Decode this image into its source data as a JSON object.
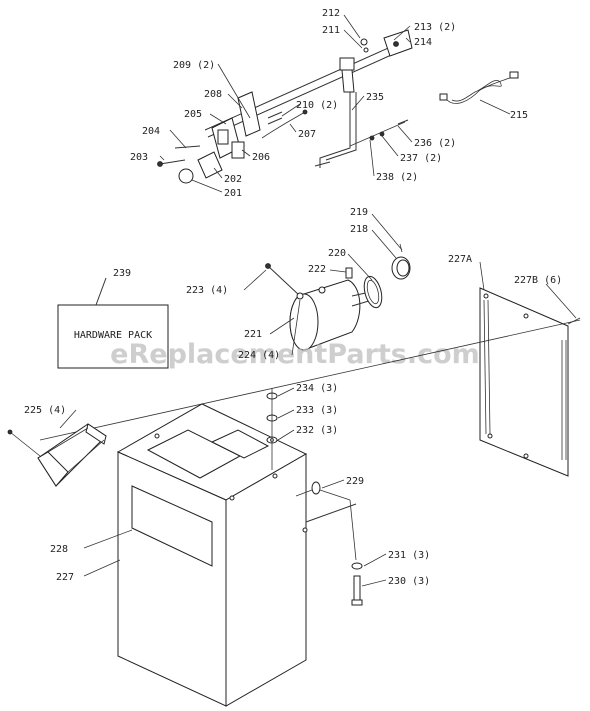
{
  "watermark": "eReplacementParts.com",
  "hardware_pack_label": "HARDWARE PACK",
  "labels": [
    {
      "id": "212",
      "text": "212"
    },
    {
      "id": "211",
      "text": "211"
    },
    {
      "id": "213",
      "text": "213 (2)"
    },
    {
      "id": "214",
      "text": "214"
    },
    {
      "id": "209",
      "text": "209 (2)"
    },
    {
      "id": "208",
      "text": "208"
    },
    {
      "id": "205",
      "text": "205"
    },
    {
      "id": "210",
      "text": "210 (2)"
    },
    {
      "id": "235",
      "text": "235"
    },
    {
      "id": "215",
      "text": "215"
    },
    {
      "id": "204",
      "text": "204"
    },
    {
      "id": "207",
      "text": "207"
    },
    {
      "id": "236",
      "text": "236 (2)"
    },
    {
      "id": "203",
      "text": "203"
    },
    {
      "id": "206",
      "text": "206"
    },
    {
      "id": "237",
      "text": "237 (2)"
    },
    {
      "id": "202",
      "text": "202"
    },
    {
      "id": "238",
      "text": "238 (2)"
    },
    {
      "id": "201",
      "text": "201"
    },
    {
      "id": "219",
      "text": "219"
    },
    {
      "id": "218",
      "text": "218"
    },
    {
      "id": "220",
      "text": "220"
    },
    {
      "id": "239",
      "text": "239"
    },
    {
      "id": "222",
      "text": "222"
    },
    {
      "id": "227A",
      "text": "227A"
    },
    {
      "id": "227B",
      "text": "227B (6)"
    },
    {
      "id": "223",
      "text": "223 (4)"
    },
    {
      "id": "221",
      "text": "221"
    },
    {
      "id": "224",
      "text": "224 (4)"
    },
    {
      "id": "234",
      "text": "234 (3)"
    },
    {
      "id": "225",
      "text": "225 (4)"
    },
    {
      "id": "233",
      "text": "233 (3)"
    },
    {
      "id": "232",
      "text": "232 (3)"
    },
    {
      "id": "229",
      "text": "229"
    },
    {
      "id": "228",
      "text": "228"
    },
    {
      "id": "227",
      "text": "227"
    },
    {
      "id": "231",
      "text": "231 (3)"
    },
    {
      "id": "230",
      "text": "230 (3)"
    }
  ]
}
